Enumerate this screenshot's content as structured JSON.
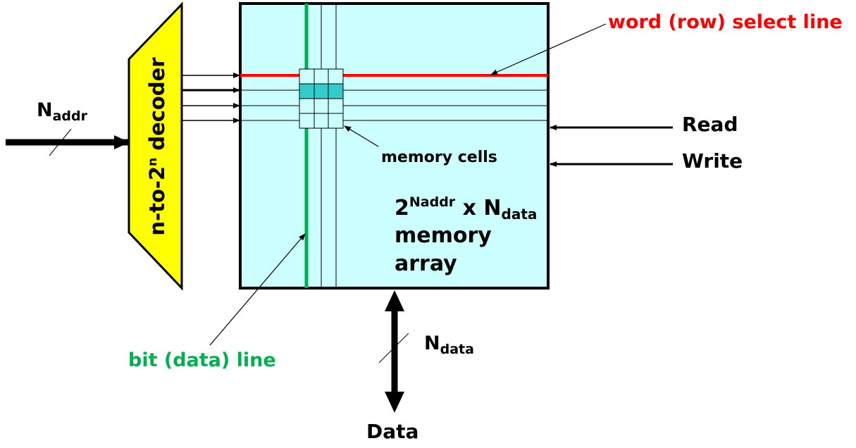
{
  "labels": {
    "word_line": "word (row) select line",
    "read": "Read",
    "write": "Write",
    "memory_cells": "memory cells",
    "array_base": "2",
    "array_exp": "Naddr",
    "array_times": " x N",
    "array_data_sub": "data",
    "array_line2": "memory",
    "array_line3": "array",
    "bit_line": "bit (data) line",
    "naddr_main": "N",
    "naddr_sub": "addr",
    "ndata_main": "N",
    "ndata_sub": "data",
    "data": "Data",
    "decoder_prefix": "n-to-2",
    "decoder_sup": "n",
    "decoder_suffix": " decoder"
  },
  "colors": {
    "array_fill": "#ccffff",
    "decoder_fill": "#ffff00",
    "word_line": "#ff0000",
    "bit_line": "#00b050",
    "selected_cell": "#33cccc",
    "text": "#000000"
  }
}
